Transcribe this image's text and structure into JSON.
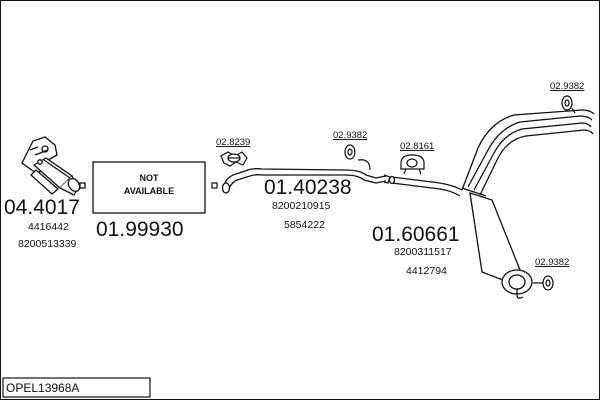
{
  "diagram": {
    "reference": "OPEL13968A",
    "parts": {
      "catalyst": {
        "number": "04.4017",
        "refs": [
          "4416442",
          "8200513339"
        ],
        "icon": "catalytic-converter-icon"
      },
      "not_available": {
        "text_line1": "NOT",
        "text_line2": "AVAILABLE",
        "number": "01.99930"
      },
      "front_clamp": {
        "number": "02.8239",
        "icon": "pipe-clamp-icon"
      },
      "middle_pipe": {
        "number": "01.40238",
        "refs": [
          "8200210915",
          "5854222"
        ],
        "icon": "exhaust-pipe-icon"
      },
      "mount_middle": {
        "number": "02.9382",
        "icon": "rubber-mount-icon"
      },
      "mount_center": {
        "number": "02.8161",
        "icon": "rubber-mount-icon"
      },
      "rear_silencer": {
        "number": "01.60661",
        "refs": [
          "8200311517",
          "4412794"
        ],
        "icon": "silencer-icon"
      },
      "mount_top_right": {
        "number": "02.9382",
        "icon": "rubber-mount-icon"
      },
      "mount_bottom_right": {
        "number": "02.9382",
        "icon": "rubber-mount-icon"
      }
    },
    "colors": {
      "line": "#111111",
      "background": "#ffffff"
    }
  }
}
